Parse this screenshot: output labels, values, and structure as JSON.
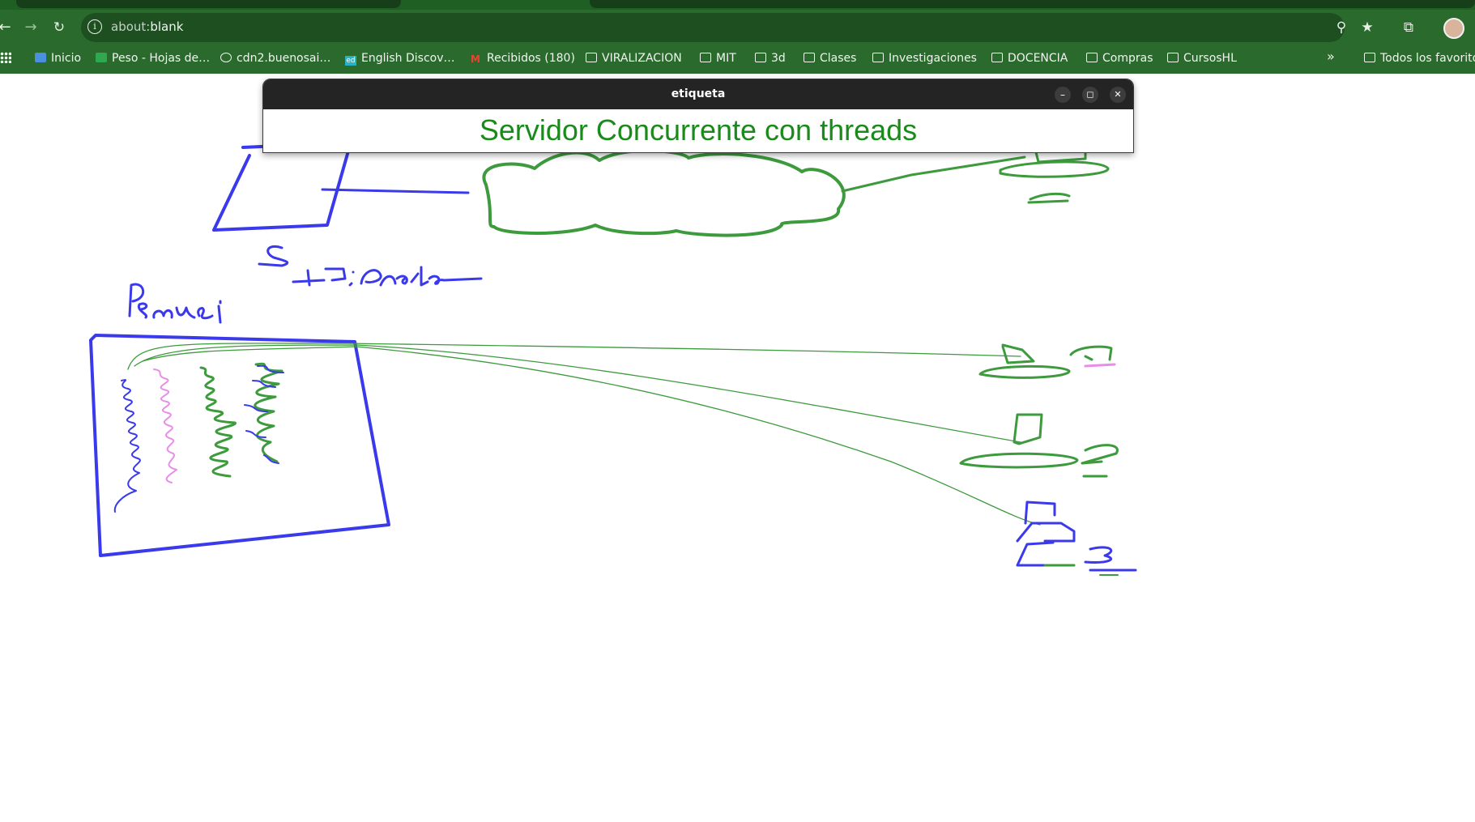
{
  "browser": {
    "url": {
      "scheme": "about:",
      "rest": "blank"
    },
    "icons": {
      "back": "arrow-left-icon",
      "forward": "arrow-right-icon",
      "reload": "reload-icon",
      "info": "info-icon",
      "zoom": "zoom-icon",
      "star": "star-icon",
      "extensions": "puzzle-icon",
      "profile": "avatar-icon"
    },
    "bookmarks": [
      {
        "label": "Inicio",
        "icon": "inicio-icon"
      },
      {
        "label": "Peso - Hojas de…",
        "icon": "sheets-icon"
      },
      {
        "label": "cdn2.buenosai…",
        "icon": "globe-icon"
      },
      {
        "label": "English Discov…",
        "icon": "ed-icon",
        "icon_text": "ed"
      },
      {
        "label": "Recibidos (180)",
        "icon": "gmail-icon",
        "icon_text": "M"
      },
      {
        "label": "VIRALIZACION",
        "icon": "folder-icon"
      },
      {
        "label": "MIT",
        "icon": "folder-icon"
      },
      {
        "label": "3d",
        "icon": "folder-icon"
      },
      {
        "label": "Clases",
        "icon": "folder-icon"
      },
      {
        "label": "Investigaciones",
        "icon": "folder-icon"
      },
      {
        "label": "DOCENCIA",
        "icon": "folder-icon"
      },
      {
        "label": "Compras",
        "icon": "folder-icon"
      },
      {
        "label": "CursosHL",
        "icon": "folder-icon"
      }
    ],
    "bookmarks_overflow": "»",
    "all_bookmarks": {
      "label": "Todos los favoritos",
      "icon": "folder-icon"
    }
  },
  "popup": {
    "title": "etiqueta",
    "text": "Servidor Concurrente con threads",
    "controls": {
      "minimize": "–",
      "maximize": "◻",
      "close": "✕"
    }
  },
  "drawing": {
    "handwritten_notes": [
      "S",
      "IP:Puerto",
      "Psanei"
    ],
    "client_numbers": [
      "1",
      "2",
      "3"
    ],
    "colors": {
      "blue": "#3a3aec",
      "green": "#3d9a3d",
      "pink": "#e88ee8",
      "text_green": "#1a8a1a"
    }
  }
}
